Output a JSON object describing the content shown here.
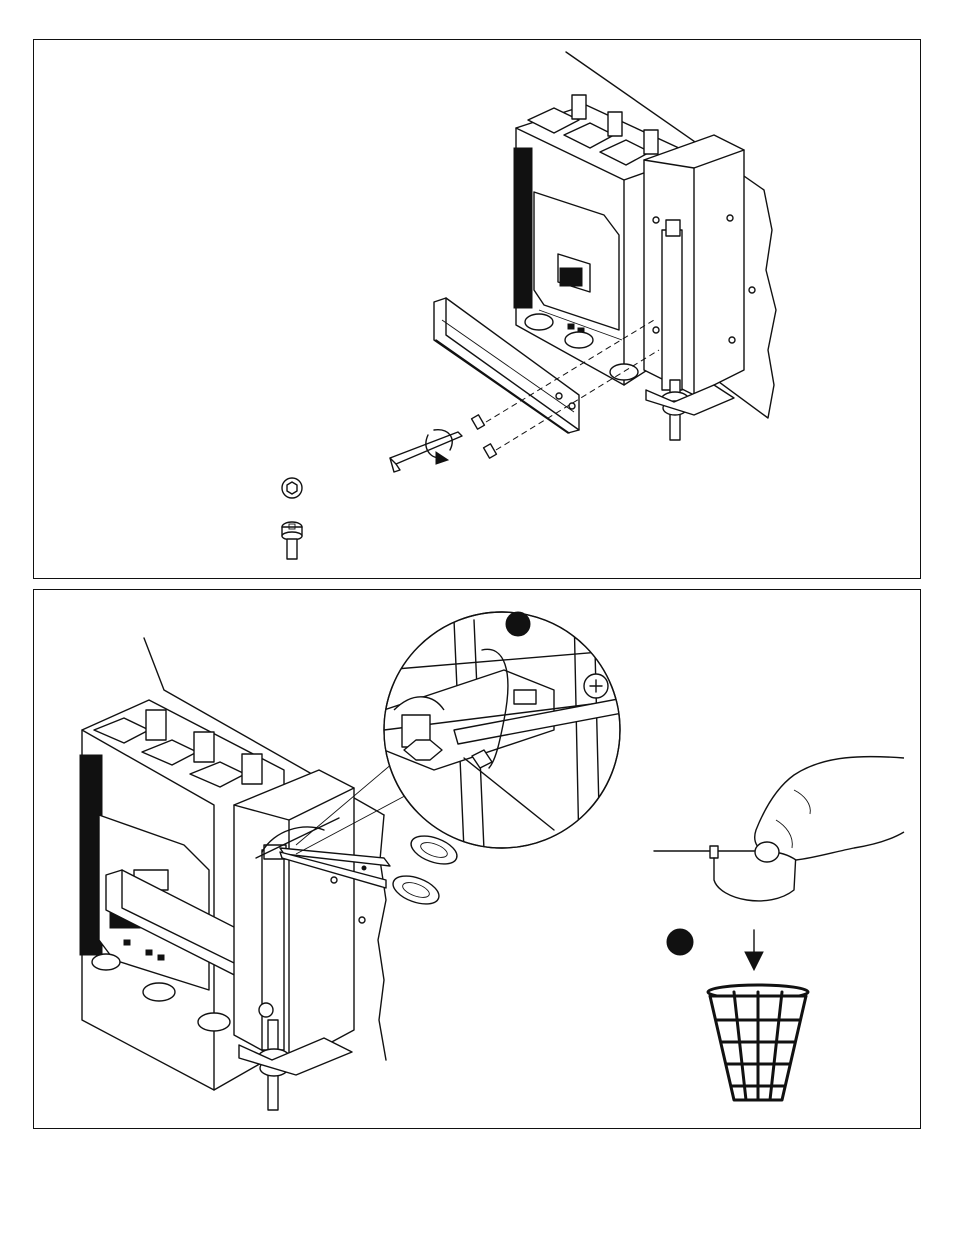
{
  "steps": {
    "magnifier_step": "",
    "discard_step": ""
  },
  "icons": {
    "hex_socket": "hex-socket-symbol",
    "screw": "screw-symbol",
    "allen_key": "allen-key",
    "rotation": "clockwise-arrow",
    "scissors": "scissors",
    "waste_basket": "waste-basket",
    "hand": "hand",
    "down_arrow": "down-arrow"
  },
  "colors": {
    "line": "#111111",
    "background": "#ffffff"
  }
}
